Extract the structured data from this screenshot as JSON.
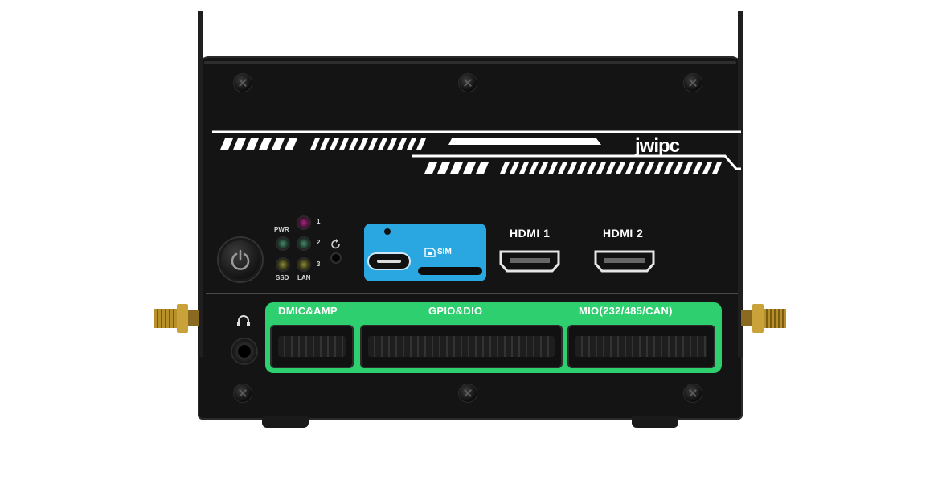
{
  "brand": {
    "logo": "jwipc_"
  },
  "front_panel": {
    "indicators": {
      "pwr": "PWR",
      "ssd": "SSD",
      "lan": "LAN",
      "n1": "1",
      "n2": "2",
      "n3": "3"
    },
    "sim_label": "SIM",
    "hdmi1_label": "HDMI 1",
    "hdmi2_label": "HDMI 2"
  },
  "io_panel": {
    "dmic_label": "DMIC&AMP",
    "gpio_label": "GPIO&DIO",
    "mio_label": "MIO(232/485/CAN)"
  },
  "colors": {
    "usb_panel": "#2aa7e0",
    "io_panel": "#2ecf6e",
    "chassis": "#141414"
  }
}
